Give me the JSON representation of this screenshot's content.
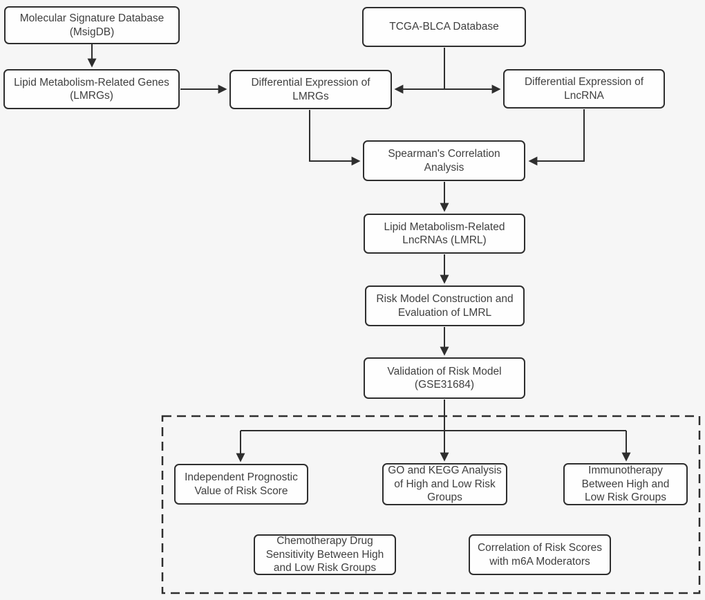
{
  "figure": {
    "type": "flowchart",
    "background_color": "#f6f6f6",
    "line_color": "#2e2e2e",
    "box_border_color": "#2e2e2e",
    "box_fill_color": "#fefefe",
    "text_color": "#3f3f3f"
  },
  "nodes": {
    "msigdb": {
      "label": "Molecular Signature Database\n(MsigDB)"
    },
    "tcga": {
      "label": "TCGA-BLCA Database"
    },
    "lmrgs": {
      "label": "Lipid Metabolism-Related Genes\n(LMRGs)"
    },
    "diff_lmrgs": {
      "label": "Differential Expression of\nLMRGs"
    },
    "diff_lncrna": {
      "label": "Differential Expression of\nLncRNA"
    },
    "spearman": {
      "label": "Spearman's Correlation\nAnalysis"
    },
    "lmrl": {
      "label": "Lipid Metabolism-Related\nLncRNAs (LMRL)"
    },
    "risk_model": {
      "label": "Risk Model Construction and\nEvaluation of LMRL"
    },
    "validation": {
      "label": "Validation of Risk Model\n(GSE31684)"
    },
    "independent_prognostic": {
      "label": "Independent Prognostic\nValue of Risk Score"
    },
    "go_kegg": {
      "label": "GO and KEGG Analysis\nof High and Low Risk\nGroups"
    },
    "immunotherapy": {
      "label": "Immunotherapy\nBetween High and\nLow Risk Groups"
    },
    "chemotherapy": {
      "label": "Chemotherapy Drug\nSensitivity Between High\nand Low Risk Groups"
    },
    "m6a": {
      "label": "Correlation of Risk Scores\nwith m6A Moderators"
    }
  }
}
